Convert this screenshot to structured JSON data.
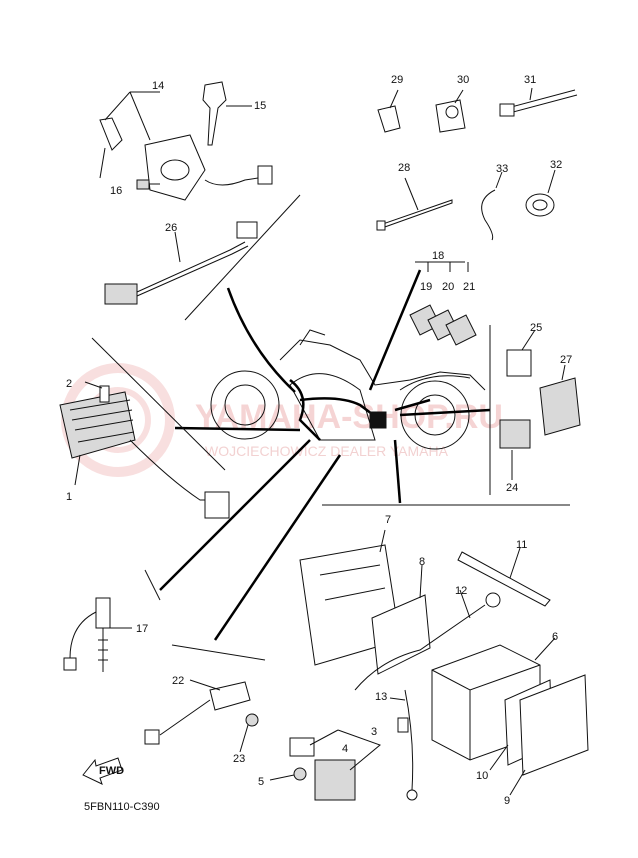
{
  "diagram_code": "5FBN110-C390",
  "watermark": {
    "main": "YAMAHA-SHOP.RU",
    "sub": "WOJCIECHOWICZ DEALER YAMAHA"
  },
  "fwd_label": "FWD",
  "parts": [
    {
      "id": "p1",
      "label": "1"
    },
    {
      "id": "p2",
      "label": "2"
    },
    {
      "id": "p3",
      "label": "3"
    },
    {
      "id": "p4",
      "label": "4"
    },
    {
      "id": "p5",
      "label": "5"
    },
    {
      "id": "p6",
      "label": "6"
    },
    {
      "id": "p7",
      "label": "7"
    },
    {
      "id": "p8",
      "label": "8"
    },
    {
      "id": "p9",
      "label": "9"
    },
    {
      "id": "p10",
      "label": "10"
    },
    {
      "id": "p11",
      "label": "11"
    },
    {
      "id": "p12",
      "label": "12"
    },
    {
      "id": "p13",
      "label": "13"
    },
    {
      "id": "p14",
      "label": "14"
    },
    {
      "id": "p15",
      "label": "15"
    },
    {
      "id": "p16",
      "label": "16"
    },
    {
      "id": "p17",
      "label": "17"
    },
    {
      "id": "p18",
      "label": "18"
    },
    {
      "id": "p19",
      "label": "19"
    },
    {
      "id": "p20",
      "label": "20"
    },
    {
      "id": "p21",
      "label": "21"
    },
    {
      "id": "p22",
      "label": "22"
    },
    {
      "id": "p23",
      "label": "23"
    },
    {
      "id": "p24",
      "label": "24"
    },
    {
      "id": "p25",
      "label": "25"
    },
    {
      "id": "p26",
      "label": "26"
    },
    {
      "id": "p27",
      "label": "27"
    },
    {
      "id": "p28",
      "label": "28"
    },
    {
      "id": "p29",
      "label": "29"
    },
    {
      "id": "p30",
      "label": "30"
    },
    {
      "id": "p31",
      "label": "31"
    },
    {
      "id": "p32",
      "label": "32"
    },
    {
      "id": "p33",
      "label": "33"
    }
  ]
}
